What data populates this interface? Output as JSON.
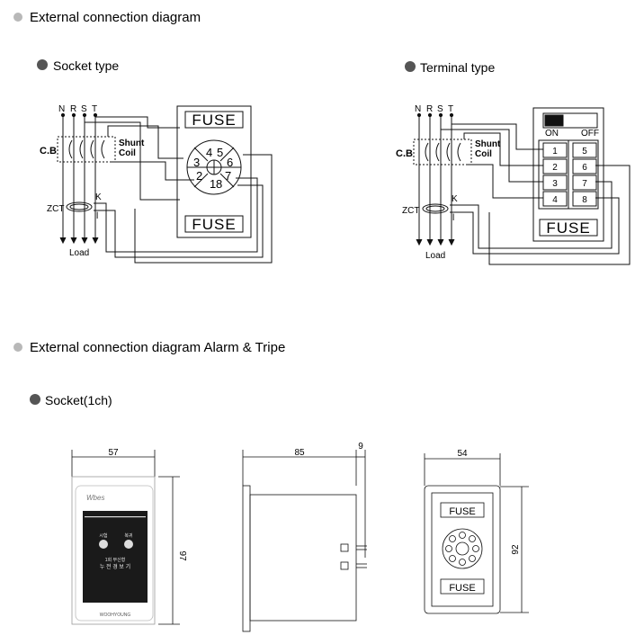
{
  "sections": {
    "external_connection": "External connection diagram",
    "alarm_tripe": "External connection diagram Alarm & Tripe"
  },
  "socket_type": {
    "title": "Socket type",
    "phases": [
      "N",
      "R",
      "S",
      "T"
    ],
    "breaker_label": "C.B",
    "shunt_line1": "Shunt",
    "shunt_line2": "Coil",
    "zct_label": "ZCT",
    "k_label": "K",
    "l_label": "l",
    "load_label": "Load",
    "fuse_top": "FUSE",
    "fuse_bottom": "FUSE",
    "pins": [
      "1",
      "2",
      "3",
      "4",
      "5",
      "6",
      "7",
      "8"
    ]
  },
  "terminal_type": {
    "title": "Terminal type",
    "phases": [
      "N",
      "R",
      "S",
      "T"
    ],
    "breaker_label": "C.B",
    "shunt_line1": "Shunt",
    "shunt_line2": "Coil",
    "zct_label": "ZCT",
    "k_label": "K",
    "l_label": "l",
    "load_label": "Load",
    "switch_on": "ON",
    "switch_off": "OFF",
    "fuse": "FUSE",
    "terminals_left": [
      "1",
      "2",
      "3",
      "4"
    ],
    "terminals_right": [
      "5",
      "6",
      "7",
      "8"
    ]
  },
  "socket_1ch": {
    "title": "Socket(1ch)",
    "front": {
      "width_dim": "57",
      "height_dim": "97",
      "brand": "Wbes",
      "maker": "WOOHYOUNG",
      "buttons": [
        "시험",
        "복귀"
      ],
      "product_line1": "1회 부신형",
      "product_line2": "누 전 경 보 기"
    },
    "side": {
      "depth_dim": "85",
      "pin_dim": "9"
    },
    "rear": {
      "width_dim": "54",
      "height_dim": "92",
      "fuse_top": "FUSE",
      "fuse_bottom": "FUSE"
    }
  },
  "colors": {
    "line": "#111111",
    "bullet": "#555555",
    "panel": "#1a1a1a",
    "circle_bullet": "#b8b8b8"
  }
}
